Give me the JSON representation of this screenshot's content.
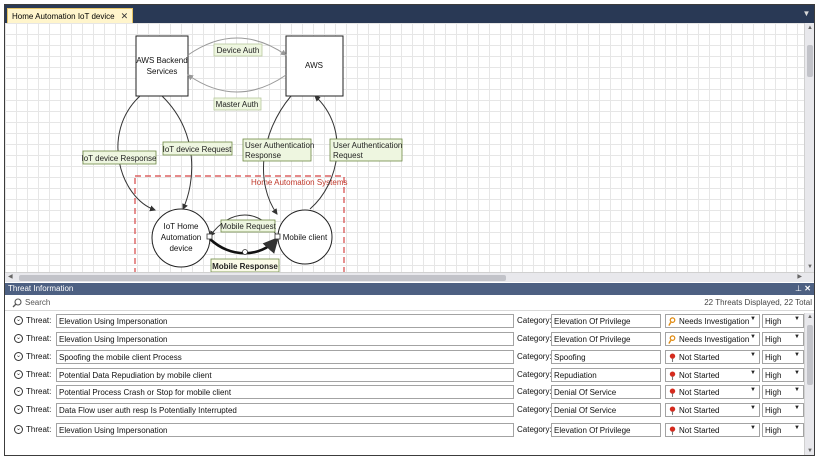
{
  "tab": {
    "title": "Home Automation IoT device",
    "close": "✕"
  },
  "diagram": {
    "nodes": {
      "aws_backend": "AWS Backend Services",
      "aws": "AWS",
      "iot_home": "IoT Home Automation device",
      "mobile_client": "Mobile client"
    },
    "flows": {
      "device_auth": "Device Auth",
      "master_auth": "Master Auth",
      "iot_device_request": "IoT device Request",
      "iot_device_response": "IoT device Response",
      "user_auth_response": "User Authentication Response",
      "user_auth_request": "User Authentication Request",
      "mobile_request": "Mobile Request",
      "mobile_response": "Mobile Response"
    },
    "boundary": "Home Automation Systems"
  },
  "panel": {
    "title": "Threat Information",
    "search_placeholder": "Search",
    "count": "22 Threats Displayed, 22 Total",
    "threat_label": "Threat:",
    "category_label": "Category:"
  },
  "colors": {
    "not_started": "#d52b1e",
    "needs_investigation": "#f0a030",
    "boundary": "#d64545",
    "flow_label_bg": "#eef6e0"
  },
  "threats": [
    {
      "threat": "Elevation Using Impersonation",
      "category": "Elevation Of Privilege",
      "status": "Needs Investigation",
      "status_icon": "person-icon",
      "priority": "High"
    },
    {
      "threat": "Elevation Using Impersonation",
      "category": "Elevation Of Privilege",
      "status": "Needs Investigation",
      "status_icon": "person-icon",
      "priority": "High"
    },
    {
      "threat": "Spoofing the mobile client Process",
      "category": "Spoofing",
      "status": "Not Started",
      "status_icon": "pin-icon",
      "priority": "High"
    },
    {
      "threat": "Potential Data Repudiation by mobile client",
      "category": "Repudiation",
      "status": "Not Started",
      "status_icon": "pin-icon",
      "priority": "High"
    },
    {
      "threat": "Potential Process Crash or Stop for mobile client",
      "category": "Denial Of Service",
      "status": "Not Started",
      "status_icon": "pin-icon",
      "priority": "High"
    },
    {
      "threat": "Data Flow user auth resp Is Potentially Interrupted",
      "category": "Denial Of Service",
      "status": "Not Started",
      "status_icon": "pin-icon",
      "priority": "High"
    },
    {
      "threat": "Elevation Using Impersonation",
      "category": "Elevation Of Privilege",
      "status": "Not Started",
      "status_icon": "pin-icon",
      "priority": "High"
    }
  ]
}
